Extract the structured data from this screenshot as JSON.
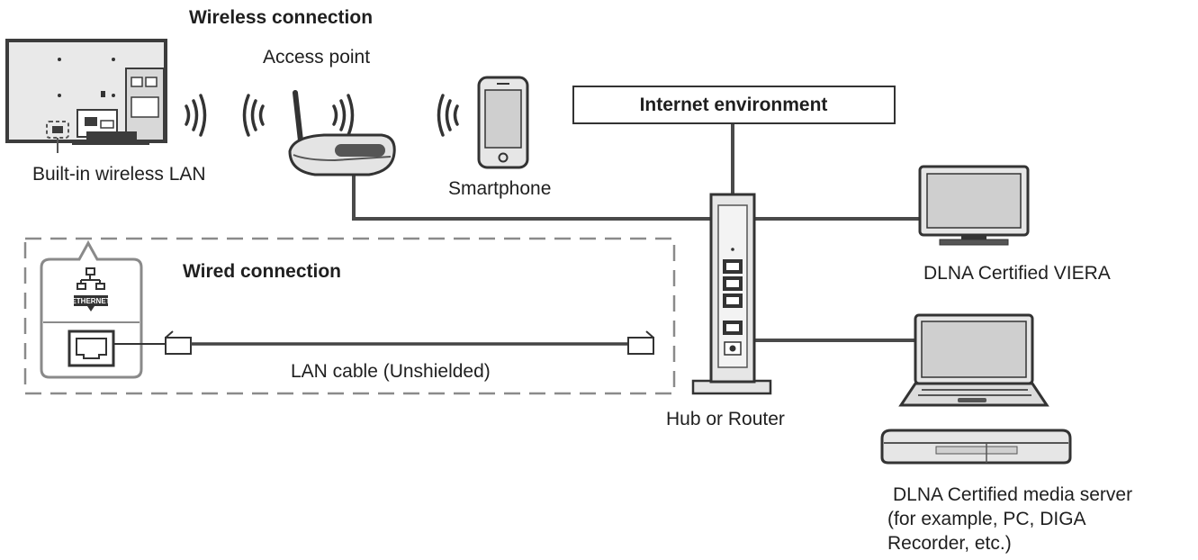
{
  "labels": {
    "wireless_title": "Wireless connection",
    "access_point": "Access point",
    "builtin_wlan": "Built-in wireless LAN",
    "smartphone": "Smartphone",
    "internet": "Internet environment",
    "wired_title": "Wired connection",
    "lan_cable": "LAN cable (Unshielded)",
    "hub_router": "Hub or Router",
    "viera": "DLNA Certified VIERA",
    "media_server_line1": "DLNA Certified media server",
    "media_server_line2": "(for example, PC, DIGA",
    "media_server_line3": "Recorder, etc.)",
    "ethernet_tag": "ETHERNET"
  },
  "colors": {
    "line": "#4a4a4a",
    "device_fill": "#e6e6e6",
    "device_dark": "#555555",
    "dash": "#8a8a8a"
  }
}
